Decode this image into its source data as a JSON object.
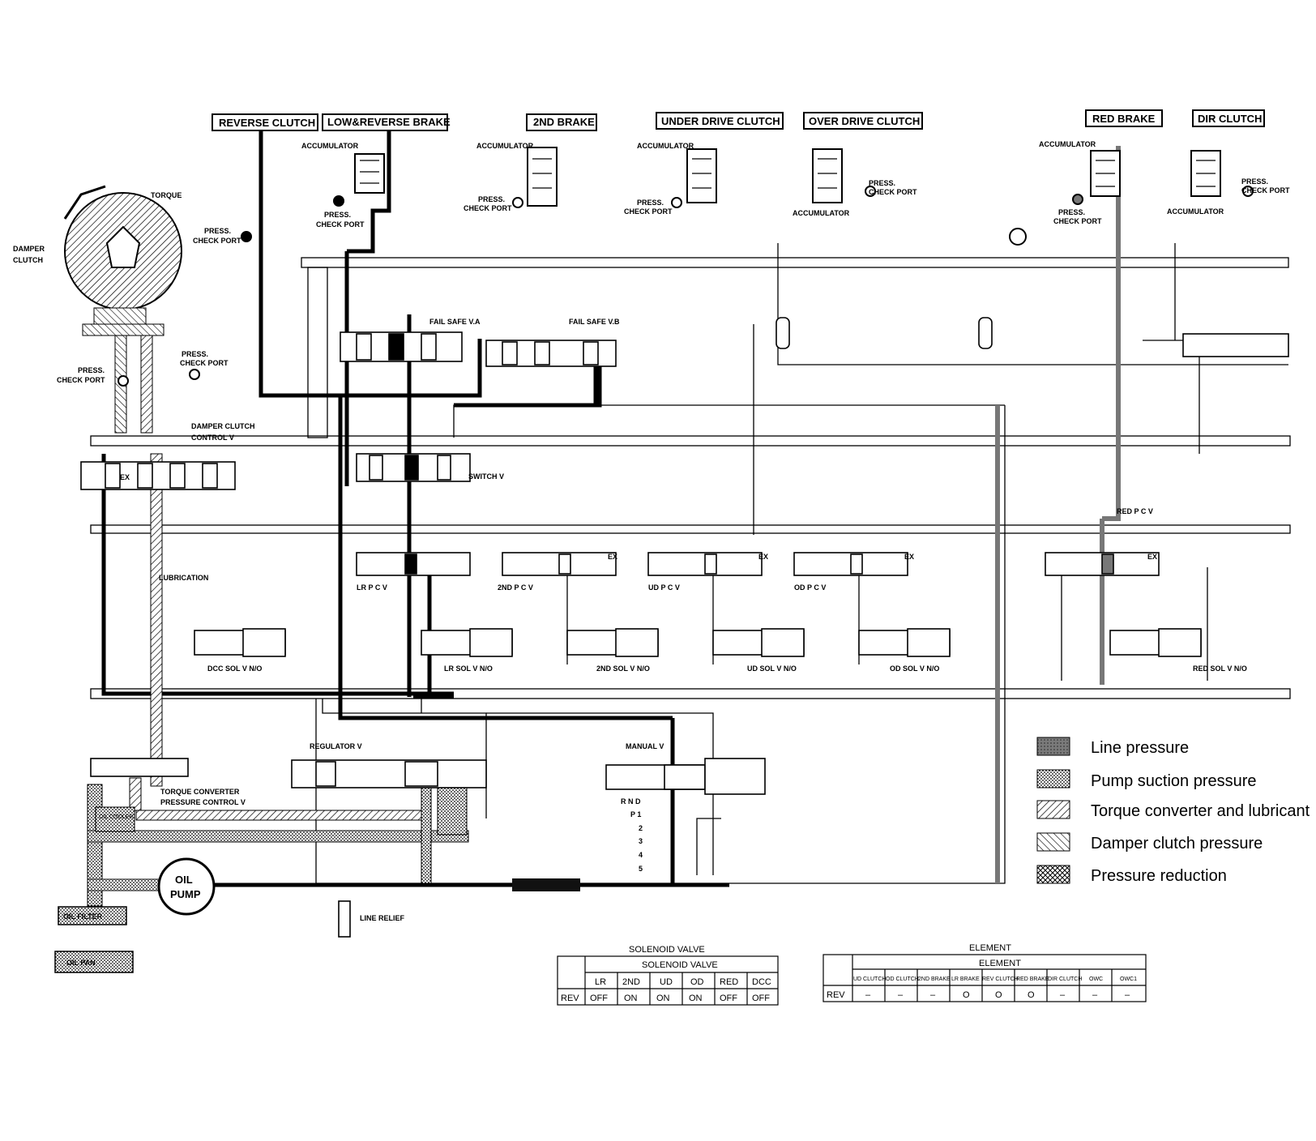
{
  "boxes": {
    "reverse_clutch": "REVERSE CLUTCH",
    "low_reverse_brake": "LOW&REVERSE BRAKE",
    "second_brake": "2ND BRAKE",
    "under_drive_clutch": "UNDER DRIVE CLUTCH",
    "over_drive_clutch": "OVER DRIVE CLUTCH",
    "red_brake": "RED BRAKE",
    "dir_clutch": "DIR CLUTCH"
  },
  "labels": {
    "accumulator": "ACCUMULATOR",
    "press": "PRESS.",
    "check_port": "CHECK PORT",
    "torque": "TORQUE",
    "damper": "DAMPER",
    "clutch": "CLUTCH",
    "damper_clutch": "DAMPER CLUTCH",
    "control_v": "CONTROL V",
    "fail_safe_a": "FAIL SAFE V.A",
    "fail_safe_b": "FAIL SAFE V.B",
    "switch_v": "SWITCH V",
    "red_pcv": "RED P C V",
    "lubrication": "LUBRICATION",
    "lr_pcv": "LR P C V",
    "second_pcv": "2ND P C V",
    "ud_pcv": "UD P C V",
    "od_pcv": "OD P C V",
    "dcc_sol": "DCC SOL V N/O",
    "lr_sol": "LR SOL V N/O",
    "second_sol": "2ND SOL V N/O",
    "ud_sol": "UD SOL V N/O",
    "od_sol": "OD SOL V N/O",
    "red_sol": "RED SOL V N/O",
    "regulator": "REGULATOR V",
    "manual_v": "MANUAL V",
    "tcc_1": "TORQUE CONVERTER",
    "tcc_2": "PRESSURE CONTROL V",
    "oil": "OIL",
    "pump": "PUMP",
    "oil_cooler": "OIL COOLER",
    "oil_filter": "OIL FILTER",
    "oil_pan": "OIL PAN",
    "line_relief": "LINE RELIEF",
    "ex": "EX",
    "positions": [
      "R N D",
      "P 1",
      "2",
      "3",
      "4",
      "5"
    ]
  },
  "legend": [
    {
      "label": "Line pressure",
      "pattern": "line"
    },
    {
      "label": "Pump suction pressure",
      "pattern": "dots"
    },
    {
      "label": "Torque converter and lubricant",
      "pattern": "hatch"
    },
    {
      "label": "Damper clutch pressure",
      "pattern": "hatch2"
    },
    {
      "label": "Pressure reduction",
      "pattern": "cross"
    }
  ],
  "solenoid_table": {
    "title": "SOLENOID VALVE",
    "header": "SOLENOID VALVE",
    "columns": [
      "LR",
      "2ND",
      "UD",
      "OD",
      "RED",
      "DCC"
    ],
    "row_label": "REV",
    "values": [
      "OFF",
      "ON",
      "ON",
      "ON",
      "OFF",
      "OFF"
    ]
  },
  "element_table": {
    "title": "ELEMENT",
    "header": "ELEMENT",
    "columns": [
      "UD CLUTCH",
      "OD CLUTCH",
      "2ND BRAKE",
      "LR BRAKE",
      "REV CLUTCH",
      "RED BRAKE",
      "DIR CLUTCH",
      "OWC",
      "OWC1"
    ],
    "row_label": "REV",
    "values": [
      "–",
      "–",
      "–",
      "O",
      "O",
      "O",
      "–",
      "–",
      "–"
    ]
  },
  "colors": {
    "ink": "#000000",
    "line_pressure": "#8a8a8a",
    "paper": "#ffffff"
  }
}
